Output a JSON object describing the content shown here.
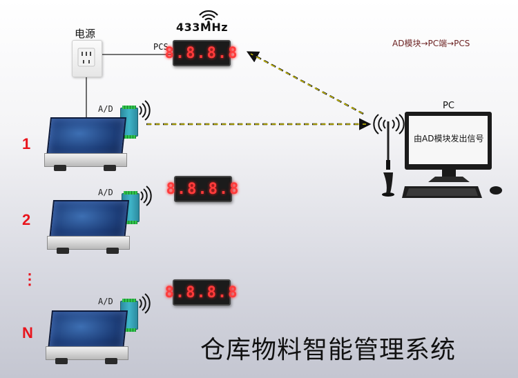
{
  "title": "仓库物料智能管理系统",
  "power_label": "电源",
  "freq_label": "433MHz",
  "pcs_label": "PCS",
  "flow_label": "AD模块→PC端→PCS",
  "pc_label": "PC",
  "pc_screen_text": "由AD模块发出信号",
  "ad_label": "A/D",
  "led_value": "8.8.8.8",
  "stations": [
    {
      "number": "1",
      "ad_label": "A/D"
    },
    {
      "number": "2",
      "ad_label": "A/D",
      "led_value": "8.8.8.8"
    },
    {
      "number": "⋮"
    },
    {
      "number": "N",
      "ad_label": "A/D",
      "led_value": "8.8.8.8"
    }
  ],
  "colors": {
    "number_red": "#e8141c",
    "led_red": "#ff3b3b",
    "flow_text": "#6a1f1f",
    "link_yellow": "#f2e300"
  },
  "icons": [
    "wifi-icon",
    "antenna-icon",
    "power-socket-icon",
    "monitor-icon",
    "keyboard-icon",
    "mouse-icon"
  ]
}
